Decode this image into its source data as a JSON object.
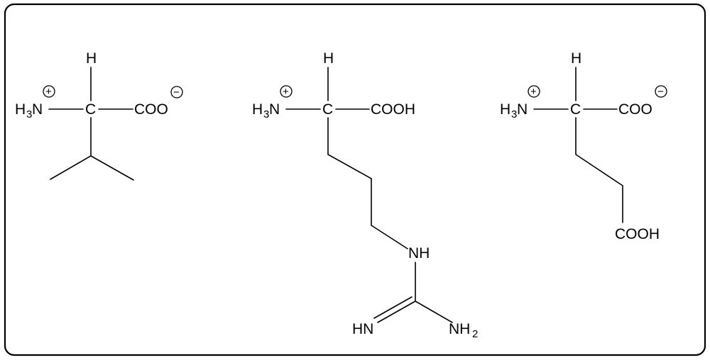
{
  "molecules": [
    {
      "h_top": "H",
      "amine_h": "H",
      "amine_sub": "3",
      "amine_n": "N",
      "alpha_c": "C",
      "acid_group": "COO",
      "amine_charge": "+",
      "acid_charge": "−"
    },
    {
      "h_top": "H",
      "amine_h": "H",
      "amine_sub": "3",
      "amine_n": "N",
      "alpha_c": "C",
      "acid_group": "COOH",
      "amine_charge": "+",
      "side_nh": "NH",
      "side_hn": "HN",
      "side_nh2_main": "NH",
      "side_nh2_sub": "2"
    },
    {
      "h_top": "H",
      "amine_h": "H",
      "amine_sub": "3",
      "amine_n": "N",
      "alpha_c": "C",
      "acid_group": "COO",
      "amine_charge": "+",
      "acid_charge": "−",
      "side_acid": "COOH"
    }
  ]
}
